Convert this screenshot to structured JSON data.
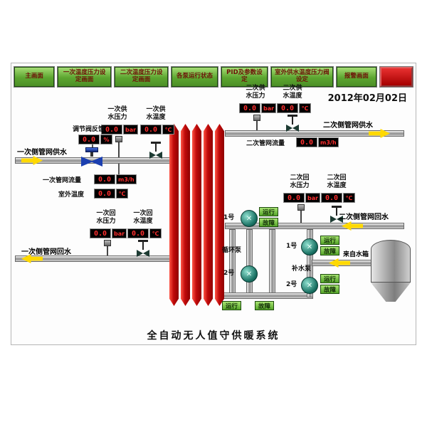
{
  "page": {
    "title": "全自动无人值守供暖系统",
    "date": "2012年02月02日"
  },
  "toolbar": {
    "buttons": [
      {
        "label": "主画面"
      },
      {
        "label": "一次温度压力设定画面"
      },
      {
        "label": "二次温度压力设定画面"
      },
      {
        "label": "各泵运行状态"
      },
      {
        "label": "PID及参数设定"
      },
      {
        "label": "室外供水温度压力阀设定"
      },
      {
        "label": "报警画面"
      }
    ]
  },
  "instruments": {
    "valve_feedback": {
      "label": "调节阀反馈",
      "value": "0.0",
      "unit": "%"
    },
    "primary_supply_pressure": {
      "label": "一次供水压力",
      "value": "0.0",
      "unit": "bar"
    },
    "primary_supply_temp": {
      "label": "一次供水温度",
      "value": "0.0",
      "unit": "℃"
    },
    "primary_flow": {
      "label": "一次管网流量",
      "value": "0.0",
      "unit": "m3/h"
    },
    "outdoor_temp": {
      "label": "室外温度",
      "value": "0.0",
      "unit": "℃"
    },
    "primary_return_pressure": {
      "label": "一次回水压力",
      "value": "0.0",
      "unit": "bar"
    },
    "primary_return_temp": {
      "label": "一次回水温度",
      "value": "0.0",
      "unit": "℃"
    },
    "secondary_supply_pressure": {
      "label": "二次供水压力",
      "value": "0.0",
      "unit": "bar"
    },
    "secondary_supply_temp": {
      "label": "二次供水温度",
      "value": "0.0",
      "unit": "℃"
    },
    "secondary_flow": {
      "label": "二次管网流量",
      "value": "0.0",
      "unit": "m3/h"
    },
    "secondary_return_pressure": {
      "label": "二次回水压力",
      "value": "0.0",
      "unit": "bar"
    },
    "secondary_return_temp": {
      "label": "二次回水温度",
      "value": "0.0",
      "unit": "℃"
    }
  },
  "pipes": {
    "primary_supply_label": "一次侧管网供水",
    "primary_return_label": "一次侧管网回水",
    "secondary_supply_label": "二次侧管网供水",
    "secondary_return_label": "二次侧管网回水",
    "from_tank_label": "来自水箱"
  },
  "pumps": {
    "circulation": {
      "group_label": "循环泵",
      "units": [
        {
          "name": "1号",
          "run_label": "运行",
          "fault_label": "故障"
        },
        {
          "name": "2号",
          "run_label": "运行",
          "fault_label": "故障"
        }
      ]
    },
    "makeup": {
      "group_label": "补水泵",
      "units": [
        {
          "name": "1号",
          "run_label": "运行",
          "fault_label": "故障"
        },
        {
          "name": "2号",
          "run_label": "运行",
          "fault_label": "故障"
        }
      ]
    }
  },
  "colors": {
    "button_green": "#5ca530",
    "alarm_red": "#c40000",
    "display_digit_red": "#ff2f2f",
    "exchanger_red": "#c00a0a",
    "arrow_yellow": "#ffd900",
    "indicator_green": "#6fc33c"
  }
}
